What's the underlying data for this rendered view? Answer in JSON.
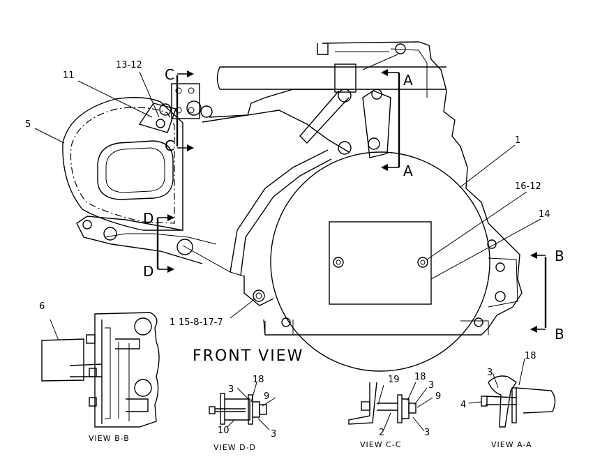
{
  "title": "FRONT VIEW",
  "callouts": {
    "c1": "1",
    "c5": "5",
    "c6": "6",
    "c11": "11",
    "c13_12": "13-12",
    "c14": "14",
    "c16_12": "16-12",
    "c15_group": "15-8-17-7",
    "c15_prefix": "1"
  },
  "section_marks": {
    "a": "A",
    "b": "B",
    "c": "C",
    "d": "D"
  },
  "view_labels": {
    "bb": "VIEW B-B",
    "dd": "VIEW D-D",
    "cc": "VIEW C-C",
    "aa": "VIEW A-A"
  },
  "view_dd_callouts": {
    "n3a": "3",
    "n18": "18",
    "n9": "9",
    "n10": "10",
    "n3b": "3"
  },
  "view_cc_callouts": {
    "n19": "19",
    "n18": "18",
    "n3a": "3",
    "n9": "9",
    "n2": "2",
    "n3b": "3"
  },
  "view_aa_callouts": {
    "n3": "3",
    "n18": "18",
    "n4": "4"
  }
}
